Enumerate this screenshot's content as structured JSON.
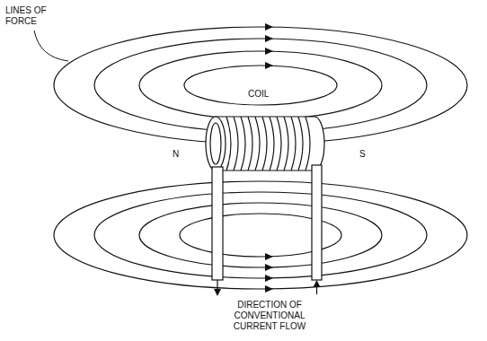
{
  "diagram": {
    "labels": [
      "LINES OF FORCE",
      "COIL",
      "N",
      "S",
      "DIRECTION OF CONVENTIONAL CURRENT FLOW"
    ]
  }
}
